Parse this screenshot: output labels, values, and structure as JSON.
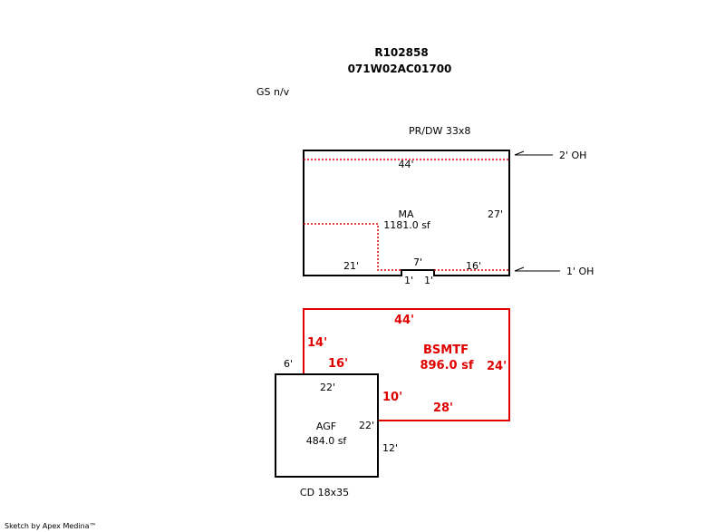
{
  "header": {
    "parcel_id": "R102858",
    "map_number": "071W02AC01700",
    "note": "GS n/v"
  },
  "main_area": {
    "porch_label": "PR/DW 33x8",
    "label": "MA",
    "area": "1181.0 sf",
    "dim_top": "44'",
    "dim_right": "27'",
    "dim_bottom_left": "21'",
    "dim_notch": "7'",
    "dim_bottom_right": "16'",
    "dim_notch_left": "1'",
    "dim_notch_right": "1'",
    "overhang_top": "2' OH",
    "overhang_bottom": "1' OH"
  },
  "basement": {
    "label": "BSMTF",
    "area": "896.0 sf",
    "dim_top": "44'",
    "dim_left": "14'",
    "dim_inner_top": "16'",
    "dim_right": "24'",
    "dim_inner_left": "10'",
    "dim_bottom": "28'"
  },
  "garage": {
    "label": "AGF",
    "area": "484.0 sf",
    "dim_offset": "6'",
    "dim_top": "22'",
    "dim_right": "22'",
    "dim_offset_bottom": "12'",
    "carport_label": "CD 18x35"
  },
  "footer": {
    "credit": "Sketch by Apex Medina™"
  },
  "colors": {
    "outline": "#000000",
    "basement": "#e00000"
  }
}
